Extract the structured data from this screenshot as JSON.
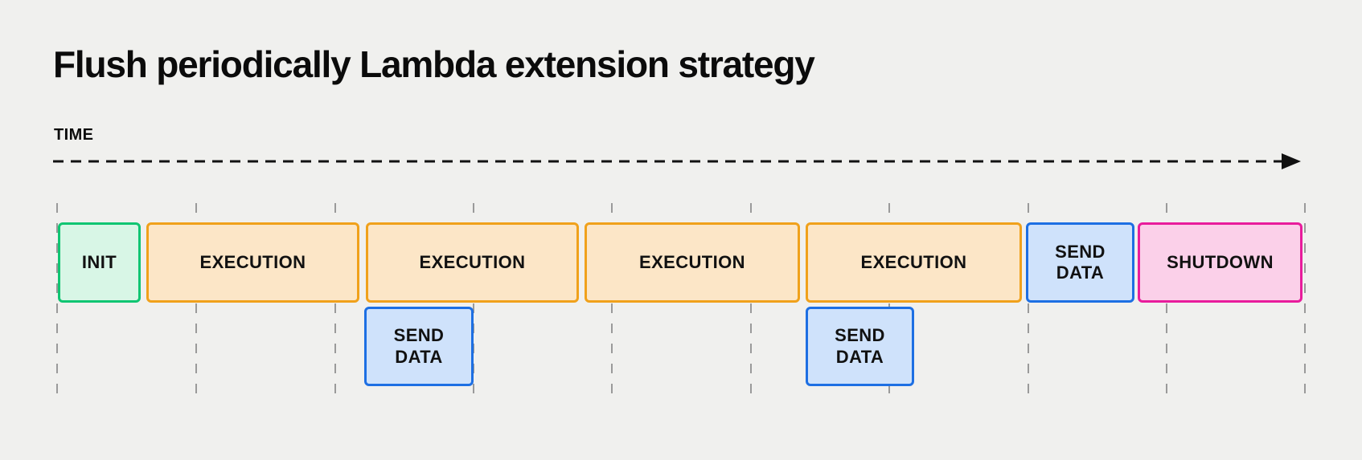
{
  "title": "Flush periodically Lambda extension strategy",
  "timeline": {
    "axis_label": "TIME"
  },
  "colors": {
    "background": "#F0F0EE",
    "title_text": "#0B0B0B",
    "block_text": "#111111",
    "gridline": "#9A9A9A",
    "arrow": "#111111",
    "init_border": "#10C572",
    "init_fill": "#D8F6E6",
    "execution_border": "#F0A11B",
    "execution_fill": "#FCE6C7",
    "send_border": "#1D6FE3",
    "send_fill": "#CFE2FB",
    "shutdown_border": "#E81C9C",
    "shutdown_fill": "#FBD0E9"
  },
  "blocks": [
    {
      "id": "init",
      "label": "INIT",
      "variant": "init",
      "row": "main"
    },
    {
      "id": "execution-1",
      "label": "EXECUTION",
      "variant": "execution",
      "row": "main"
    },
    {
      "id": "execution-2",
      "label": "EXECUTION",
      "variant": "execution",
      "row": "main"
    },
    {
      "id": "execution-3",
      "label": "EXECUTION",
      "variant": "execution",
      "row": "main"
    },
    {
      "id": "execution-4",
      "label": "EXECUTION",
      "variant": "execution",
      "row": "main"
    },
    {
      "id": "send-data-final",
      "label": "SEND DATA",
      "variant": "send",
      "row": "main"
    },
    {
      "id": "shutdown",
      "label": "SHUTDOWN",
      "variant": "shutdown",
      "row": "main"
    },
    {
      "id": "send-data-flush-1",
      "label": "SEND DATA",
      "variant": "send",
      "row": "below"
    },
    {
      "id": "send-data-flush-2",
      "label": "SEND DATA",
      "variant": "send",
      "row": "below"
    }
  ]
}
